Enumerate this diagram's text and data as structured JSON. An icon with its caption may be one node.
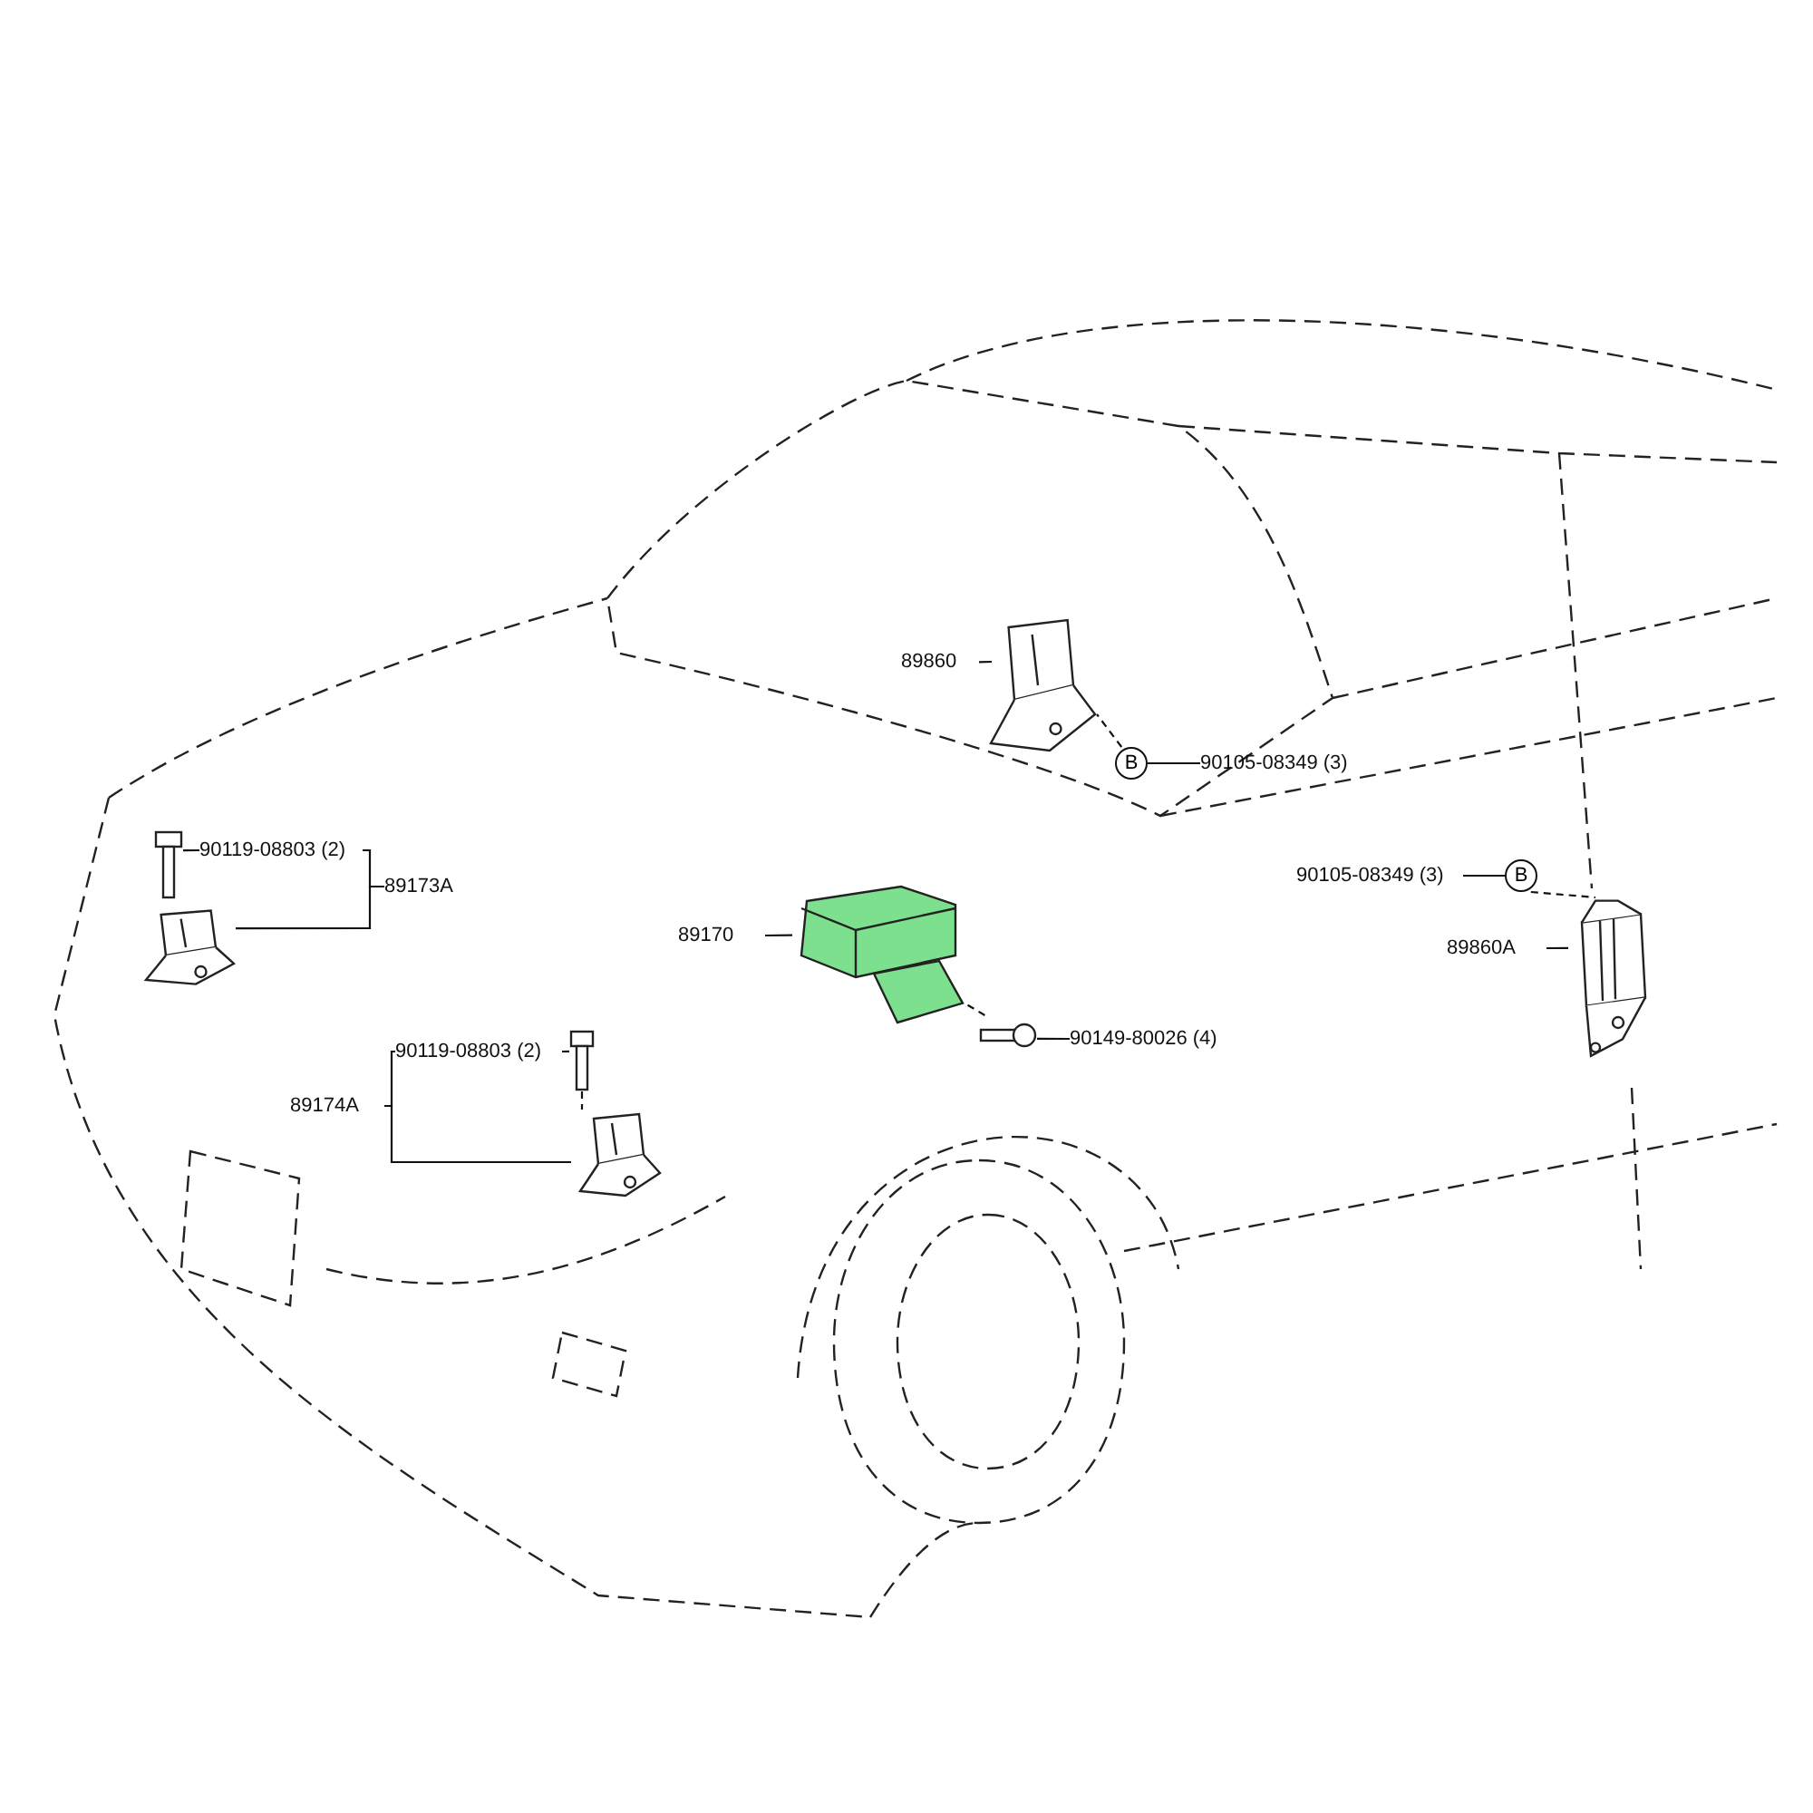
{
  "diagram": {
    "nodes": [
      {
        "text": [
          "89860"
        ]
      },
      {
        "text": [],
        "shape": "picture"
      },
      {
        "text": [
          "B"
        ]
      },
      {
        "text": [
          "90105-08349 (3)"
        ]
      },
      {
        "text": [
          "90119-08803 (2)"
        ]
      },
      {
        "text": [],
        "shape": "picture"
      },
      {
        "text": [
          "89173A"
        ]
      },
      {
        "text": [],
        "shape": "picture"
      },
      {
        "text": [
          "89170"
        ]
      },
      {
        "text": [],
        "shape": "picture"
      },
      {
        "text": [
          "90105-08349 (3)"
        ]
      },
      {
        "text": [
          "B"
        ]
      },
      {
        "text": [
          "89860A"
        ]
      },
      {
        "text": [],
        "shape": "picture"
      },
      {
        "text": [
          "90149-80026 (4)"
        ]
      },
      {
        "text": [],
        "shape": "picture"
      },
      {
        "text": [
          "90119-08803 (2)"
        ]
      },
      {
        "text": [],
        "shape": "picture"
      },
      {
        "text": [
          "89174A"
        ]
      },
      {
        "text": [],
        "shape": "picture"
      }
    ],
    "edges": [
      {
        "from": 0,
        "to": 1,
        "arrow": "none"
      },
      {
        "from": 3,
        "to": 2,
        "arrow": "none"
      },
      {
        "from": 2,
        "to": 1,
        "arrow": "none",
        "style": "dashed"
      },
      {
        "from": 4,
        "to": 5,
        "arrow": "none"
      },
      {
        "from": 6,
        "to": 4,
        "arrow": "none"
      },
      {
        "from": 6,
        "to": 7,
        "arrow": "none"
      },
      {
        "from": 8,
        "to": 9,
        "arrow": "none"
      },
      {
        "from": 10,
        "to": 11,
        "arrow": "none"
      },
      {
        "from": 11,
        "to": 13,
        "arrow": "none",
        "style": "dashed"
      },
      {
        "from": 12,
        "to": 13,
        "arrow": "none"
      },
      {
        "from": 14,
        "to": 15,
        "arrow": "none"
      },
      {
        "from": 15,
        "to": 9,
        "arrow": "none",
        "style": "dashed"
      },
      {
        "from": 16,
        "to": 17,
        "arrow": "none"
      },
      {
        "from": 17,
        "to": 19,
        "arrow": "none",
        "style": "dashed"
      },
      {
        "from": 18,
        "to": 16,
        "arrow": "none"
      },
      {
        "from": 18,
        "to": 19,
        "arrow": "none"
      }
    ]
  }
}
